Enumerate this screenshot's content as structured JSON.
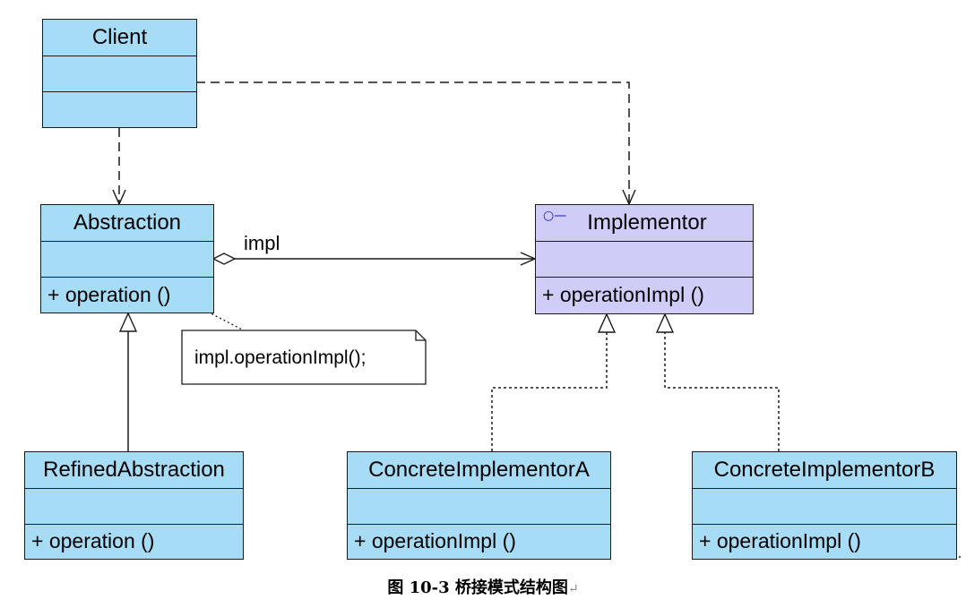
{
  "classes": {
    "client": {
      "name": "Client"
    },
    "abstraction": {
      "name": "Abstraction",
      "operation": "+ operation ()"
    },
    "implementor": {
      "name": "Implementor",
      "operation": "+ operationImpl ()",
      "marker": "○—"
    },
    "refined": {
      "name": "RefinedAbstraction",
      "operation": "+ operation ()"
    },
    "concrete_a": {
      "name": "ConcreteImplementorA",
      "operation": "+ operationImpl ()"
    },
    "concrete_b": {
      "name": "ConcreteImplementorB",
      "operation": "+ operationImpl ()"
    }
  },
  "association_label": "impl",
  "note": "impl.operationImpl();",
  "caption": "图 10-3  桥接模式结构图",
  "caption_mark": "↵",
  "colors": {
    "class_fill": "#a6dcf5",
    "interface_fill": "#cfcdf8",
    "line": "#1a1a1a"
  }
}
